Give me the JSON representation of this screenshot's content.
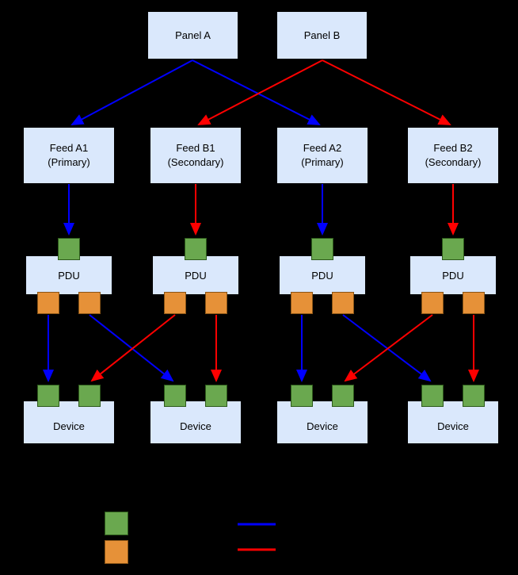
{
  "diagram": {
    "panels": [
      {
        "label": "Panel A"
      },
      {
        "label": "Panel B"
      }
    ],
    "feeds": [
      {
        "line1": "Feed A1",
        "line2": "(Primary)"
      },
      {
        "line1": "Feed B1",
        "line2": "(Secondary)"
      },
      {
        "line1": "Feed A2",
        "line2": "(Primary)"
      },
      {
        "line1": "Feed B2",
        "line2": "(Secondary)"
      }
    ],
    "pdus": [
      {
        "label": "PDU"
      },
      {
        "label": "PDU"
      },
      {
        "label": "PDU"
      },
      {
        "label": "PDU"
      }
    ],
    "devices": [
      {
        "label": "Device"
      },
      {
        "label": "Device"
      },
      {
        "label": "Device"
      },
      {
        "label": "Device"
      }
    ],
    "colors": {
      "background": "#000000",
      "node_fill": "#dae8fc",
      "node_border": "#000000",
      "input_square": "#6aa84f",
      "output_square": "#e69138",
      "primary_path": "#0000ff",
      "secondary_path": "#ff0000"
    }
  },
  "legend": {
    "swatches": [
      {
        "name": "input-square",
        "color": "#6aa84f"
      },
      {
        "name": "output-square",
        "color": "#e69138"
      }
    ],
    "lines": [
      {
        "name": "primary-path",
        "color": "#0000ff"
      },
      {
        "name": "secondary-path",
        "color": "#ff0000"
      }
    ]
  }
}
